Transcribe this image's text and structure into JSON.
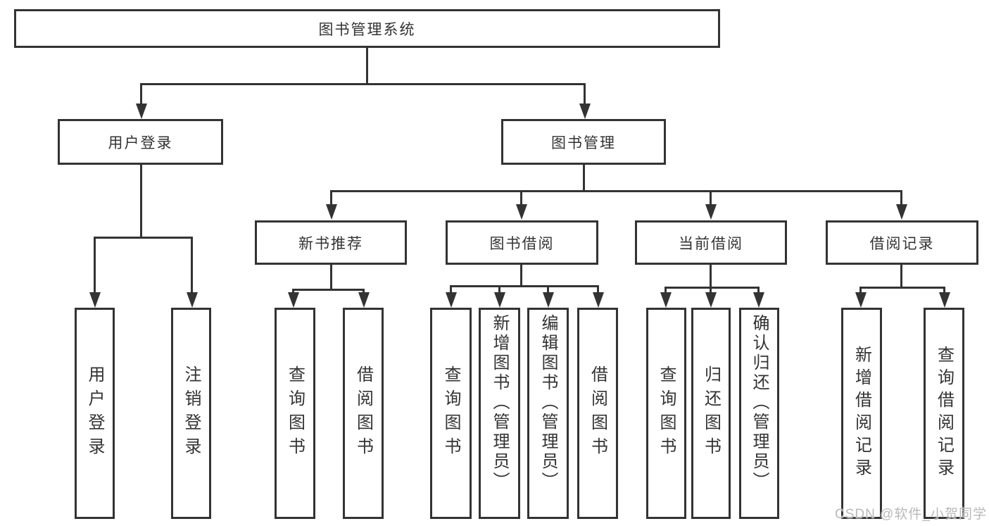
{
  "diagram_type": "hierarchy-tree",
  "nodes": {
    "root": "图书管理系统",
    "user_login": "用户登录",
    "book_mgmt": "图书管理",
    "new_book_rec": "新书推荐",
    "book_borrow": "图书借阅",
    "current_borrow": "当前借阅",
    "borrow_records": "借阅记录",
    "user_login_leaf": "用户登录",
    "logout_leaf": "注销登录",
    "nbr_query": "查询图书",
    "nbr_borrow": "借阅图书",
    "bb_query": "查询图书",
    "bb_add": "新增图书（管理员）",
    "bb_edit": "编辑图书（管理员）",
    "bb_borrow": "借阅图书",
    "cb_query": "查询图书",
    "cb_return": "归还图书",
    "cb_confirm": "确认归还（管理员）",
    "br_add": "新增借阅记录",
    "br_query": "查询借阅记录"
  },
  "tree": {
    "图书管理系统": {
      "用户登录": [
        "用户登录",
        "注销登录"
      ],
      "图书管理": {
        "新书推荐": [
          "查询图书",
          "借阅图书"
        ],
        "图书借阅": [
          "查询图书",
          "新增图书（管理员）",
          "编辑图书（管理员）",
          "借阅图书"
        ],
        "当前借阅": [
          "查询图书",
          "归还图书",
          "确认归还（管理员）"
        ],
        "借阅记录": [
          "新增借阅记录",
          "查询借阅记录"
        ]
      }
    }
  },
  "watermark": "CSDN @软件_小贺同学",
  "colors": {
    "line": "#333333",
    "box_background": "#ffffff",
    "text": "#333333",
    "watermark": "#b9b9b9",
    "page_background": "#ffffff"
  }
}
